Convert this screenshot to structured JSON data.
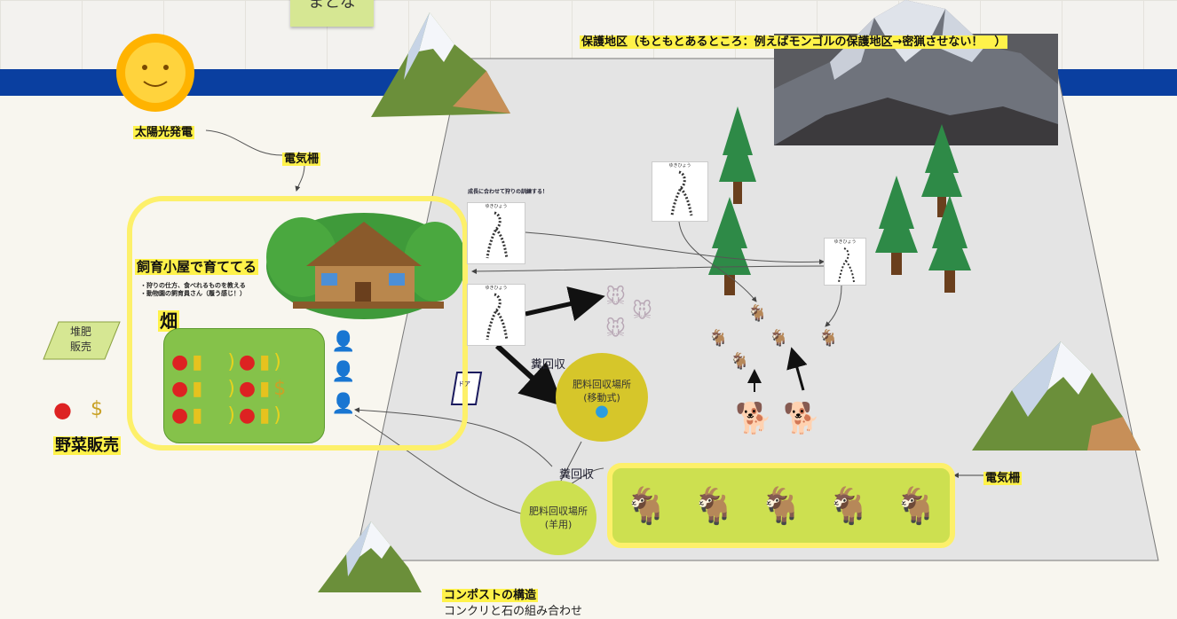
{
  "sticky": {
    "label": "まとな"
  },
  "protected_area": {
    "label": "保護地区（もともとあるところ：例えばモンゴルの保護地区→密猟させない！　）"
  },
  "solar": {
    "label": "太陽光発電"
  },
  "fence_top": {
    "label": "電気柵"
  },
  "fence_right": {
    "label": "電気柵"
  },
  "hut": {
    "title": "飼育小屋で育ててる",
    "notes": [
      "・狩りの仕方、食べれるものを教える",
      "・動物園の飼育員さん（履う感じ！）"
    ]
  },
  "field": {
    "label": "畑"
  },
  "compost_sale": {
    "line1": "堆肥",
    "line2": "販売"
  },
  "veg_sale": {
    "label": "野菜販売"
  },
  "training_note": {
    "label": "成長に合わせて狩りの訓練する！"
  },
  "sketch_caption": {
    "label": "ゆきひょう"
  },
  "door": {
    "label": "ドア"
  },
  "dung1": {
    "label": "糞回収"
  },
  "dung2": {
    "label": "糞回収"
  },
  "station_mobile": {
    "line1": "肥料回収場所",
    "line2": "(移動式)"
  },
  "station_goat": {
    "line1": "肥料回収場所",
    "line2": "(羊用)"
  },
  "compost_structure": {
    "title": "コンポストの構造",
    "body": "コンクリと石の組み合わせ"
  },
  "colors": {
    "highlight": "#fff24a",
    "band": "#0a3fa0",
    "pen_border": "#fdf06a",
    "field": "#85c24a",
    "circle": "#d6c62a"
  },
  "icons": [
    "sun-icon",
    "mountain-icon",
    "tree-icon",
    "house-icon",
    "tomato-icon",
    "corn-icon",
    "banana-icon",
    "money-bag-icon",
    "farmer-icon",
    "mouse-icon",
    "goat-icon",
    "dog-icon",
    "water-drop-icon"
  ]
}
